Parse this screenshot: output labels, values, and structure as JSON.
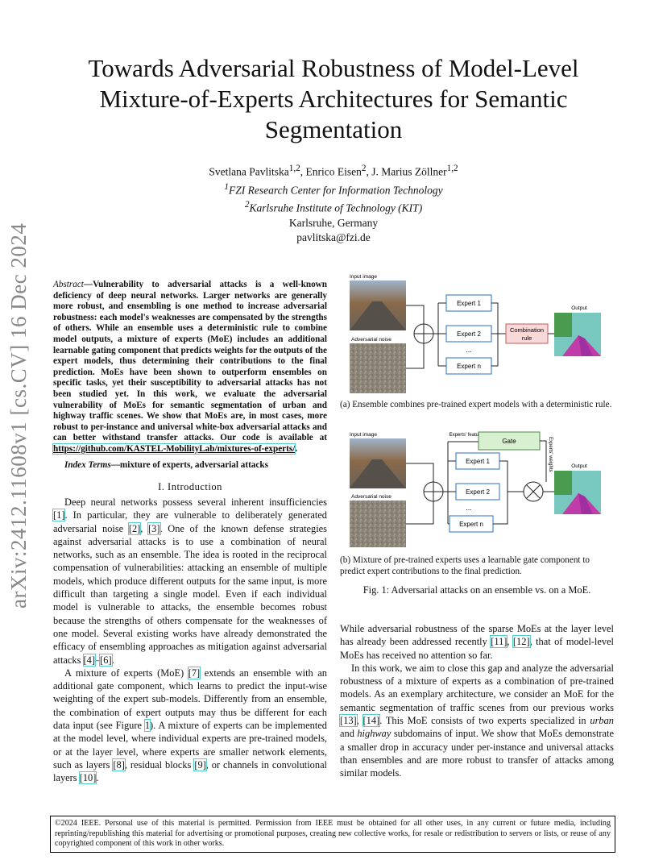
{
  "title": "Towards Adversarial Robustness of Model-Level Mixture-of-Experts Architectures for Semantic Segmentation",
  "authors": {
    "a1": "Svetlana Pavlitska",
    "a1_sup": "1,2",
    "a2": "Enrico Eisen",
    "a2_sup": "2",
    "a3": "J. Marius Zöllner",
    "a3_sup": "1,2",
    "aff1_sup": "1",
    "aff1": "FZI Research Center for Information Technology",
    "aff2_sup": "2",
    "aff2": "Karlsruhe Institute of Technology (KIT)",
    "city": "Karlsruhe, Germany",
    "email": "pavlitska@fzi.de"
  },
  "arxiv_stamp": "arXiv:2412.11608v1  [cs.CV]  16 Dec 2024",
  "abstract": {
    "label": "Abstract",
    "dash": "—",
    "text": "Vulnerability to adversarial attacks is a well-known deficiency of deep neural networks. Larger networks are generally more robust, and ensembling is one method to increase adversarial robustness: each model's weaknesses are compensated by the strengths of others. While an ensemble uses a deterministic rule to combine model outputs, a mixture of experts (MoE) includes an additional learnable gating component that predicts weights for the outputs of the expert models, thus determining their contributions to the final prediction. MoEs have been shown to outperform ensembles on specific tasks, yet their susceptibility to adversarial attacks has not been studied yet. In this work, we evaluate the adversarial vulnerability of MoEs for semantic segmentation of urban and highway traffic scenes. We show that MoEs are, in most cases, more robust to per-instance and universal white-box adversarial attacks and can better withstand transfer attacks. Our code is available at ",
    "link": "https://github.com/KASTEL-MobilityLab/mixtures-of-experts/",
    "end": "."
  },
  "index_terms": {
    "label": "Index Terms",
    "text": "—mixture of experts, adversarial attacks"
  },
  "section1": "I. Introduction",
  "intro": {
    "p1a": "Deep neural networks possess several inherent insufficiencies ",
    "c1": "[1]",
    "p1b": ". In particular, they are vulnerable to deliberately generated adversarial noise ",
    "c2": "[2]",
    "comma1": ", ",
    "c3": "[3]",
    "p1c": ". One of the known defense strategies against adversarial attacks is to use a combination of neural networks, such as an ensemble. The idea is rooted in the reciprocal compensation of vulnerabilities: attacking an ensemble of multiple models, which produce different outputs for the same input, is more difficult than targeting a single model. Even if each individual model is vulnerable to attacks, the ensemble becomes robust because the strengths of others compensate for the weaknesses of one model. Several existing works have already demonstrated the efficacy of ensembling approaches as mitigation against adversarial attacks ",
    "c4": "[4]",
    "dash": "–",
    "c6": "[6]",
    "end1": ".",
    "p2a": "A mixture of experts (MoE) ",
    "c7": "[7]",
    "p2b": " extends an ensemble with an additional gate component, which learns to predict the input-wise weighting of the expert sub-models. Differently from an ensemble, the combination of expert outputs may thus be different for each data input (see Figure ",
    "cfig": "1",
    "p2c": "). A mixture of experts can be implemented at the model level, where individual experts are pre-trained models, or at the layer level, where experts are smaller network elements, such as layers ",
    "c8": "[8]",
    "p2d": ", residual blocks ",
    "c9": "[9]",
    "p2e": ", or channels in convolutional layers ",
    "c10": "[10]",
    "end2": "."
  },
  "right_body": {
    "p1a": "While adversarial robustness of the sparse MoEs at the layer level has already been addressed recently ",
    "c11": "[11]",
    "comma": ", ",
    "c12": "[12]",
    "p1b": ", that of model-level MoEs has received no attention so far.",
    "p2a": "In this work, we aim to close this gap and analyze the adversarial robustness of a mixture of experts as a combination of pre-trained models. As an exemplary architecture, we consider an MoE for the semantic segmentation of traffic scenes from our previous works ",
    "c13": "[13]",
    "comma2": ", ",
    "c14": "[14]",
    "p2b": ". This MoE consists of two experts specialized in ",
    "urban": "urban",
    "and": " and ",
    "highway": "highway",
    "p2c": " subdomains of input. We show that MoEs demonstrate a smaller drop in accuracy under per-instance and universal attacks than ensembles and are more robust to transfer of attacks among similar models."
  },
  "figure": {
    "a": {
      "input_label": "Input image",
      "noise_label": "Adversarial noise",
      "expert1": "Expert 1",
      "expert2": "Expert 2",
      "dots": "...",
      "expertn": "Expert n",
      "comb1": "Combination",
      "comb2": "rule",
      "output": "Output",
      "caption": "(a) Ensemble combines pre-trained expert models with a deterministic rule."
    },
    "b": {
      "input_label": "Input image",
      "noise_label": "Adversarial noise",
      "features": "Experts' features",
      "gate": "Gate",
      "weights": "Experts' weights",
      "expert1": "Expert 1",
      "expert2": "Expert 2",
      "dots": "...",
      "expertn": "Expert n",
      "output": "Output",
      "caption": "(b) Mixture of pre-trained experts uses a learnable gate component to predict expert contributions to the final prediction."
    },
    "caption": "Fig. 1: Adversarial attacks on an ensemble vs. on a MoE."
  },
  "copyright": "©2024 IEEE. Personal use of this material is permitted. Permission from IEEE must be obtained for all other uses, in any current or future media, including reprinting/republishing this material for advertising or promotional purposes, creating new collective works, for resale or redistribution to servers or lists, or reuse of any copyrighted component of this work in other works.",
  "colors": {
    "expert_border": "#2a6cc4",
    "gate_fill": "#d8f0d0",
    "comb_fill": "#f8d8d8",
    "link_box": "#55cccc"
  }
}
